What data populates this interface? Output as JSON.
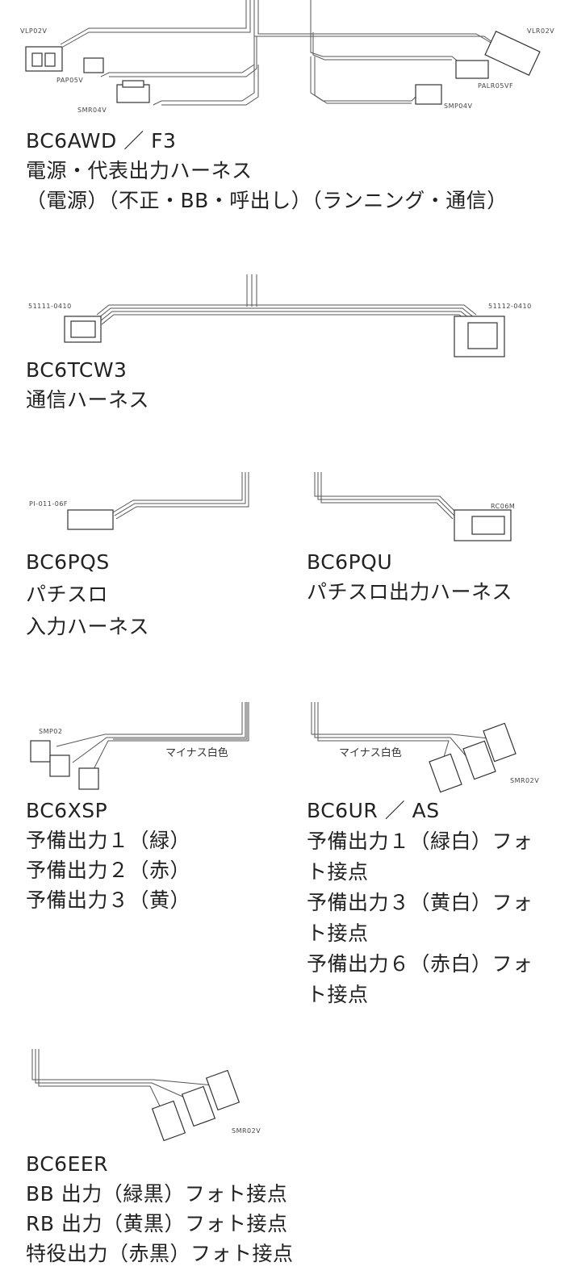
{
  "sections": [
    {
      "connectors": [
        "VLP02V",
        "PAP05V",
        "SMR04V",
        "VLR02V",
        "PALR05VF",
        "SMP04V"
      ],
      "lines": [
        "BC6AWD ／ F3",
        "電源・代表出力ハーネス",
        "（電源）（不正・BB・呼出し）（ランニング・通信）"
      ]
    },
    {
      "connectors": [
        "51111-0410",
        "51112-0410"
      ],
      "lines": [
        "BC6TCW3",
        "通信ハーネス"
      ]
    },
    {
      "connectors": [
        "PI-011-06F"
      ],
      "lines": [
        "BC6PQS",
        "パチスロ",
        "入力ハーネス"
      ]
    },
    {
      "connectors": [
        "RC06M"
      ],
      "lines": [
        "BC6PQU",
        "パチスロ出力ハーネス"
      ]
    },
    {
      "connectors": [
        "SMP02"
      ],
      "note": "マイナス白色",
      "lines": [
        "BC6XSP",
        "予備出力１（緑）",
        "予備出力２（赤）",
        "予備出力３（黄）"
      ]
    },
    {
      "connectors": [
        "SMR02V"
      ],
      "note": "マイナス白色",
      "lines": [
        "BC6UR ／ AS",
        "予備出力１（緑白）フォ",
        "ト接点",
        "予備出力３（黄白）フォ",
        "ト接点",
        "予備出力６（赤白）フォ",
        "ト接点"
      ]
    },
    {
      "connectors": [
        "SMR02V"
      ],
      "lines": [
        "BC6EER",
        "BB 出力（緑黒）フォト接点",
        "RB 出力（黄黒）フォト接点",
        "特役出力（赤黒）フォト接点"
      ]
    }
  ]
}
